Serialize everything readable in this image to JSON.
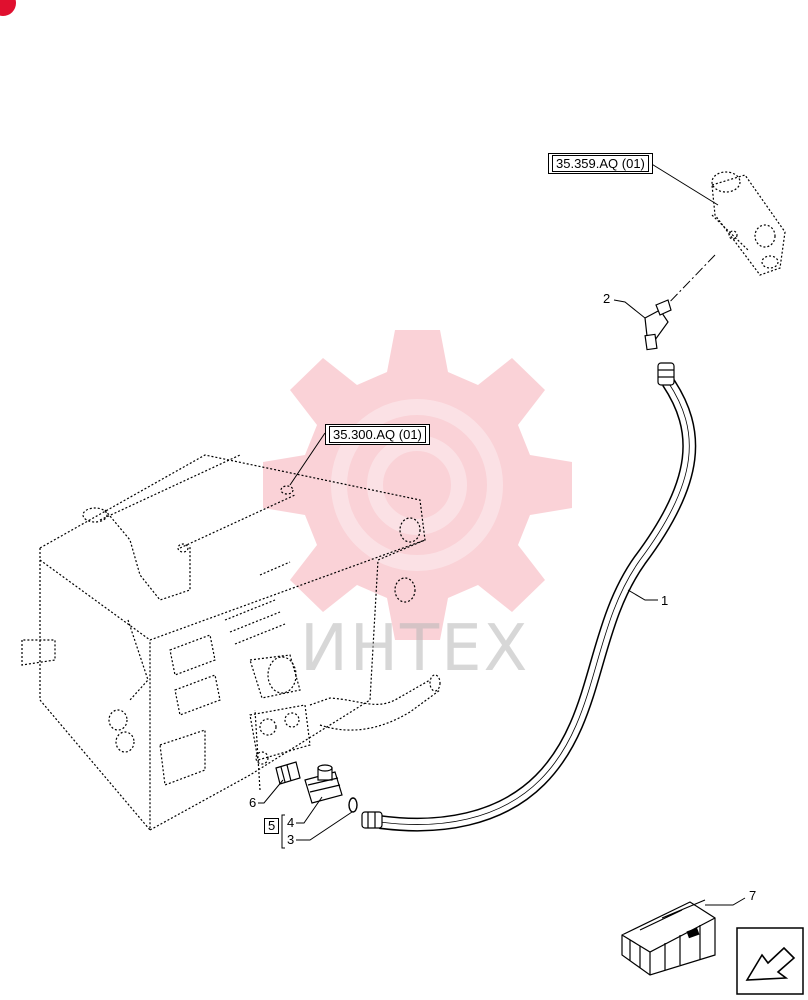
{
  "references": {
    "valve_ref": "35.359.AQ (01)",
    "tank_ref": "35.300.AQ (01)"
  },
  "callouts": {
    "hose": "1",
    "elbow_fitting": "2",
    "o_ring": "3",
    "tee_fitting": "4",
    "kit": "5",
    "adapter": "6",
    "shipping_crate": "7"
  },
  "watermark": {
    "text": "ИНТЕХ",
    "color": "#e8334a"
  },
  "colors": {
    "line": "#000000",
    "badge": "#e0102f"
  },
  "icons": {
    "navigation": "next-page-arrow-icon",
    "crate": "shipping-crate-icon"
  }
}
